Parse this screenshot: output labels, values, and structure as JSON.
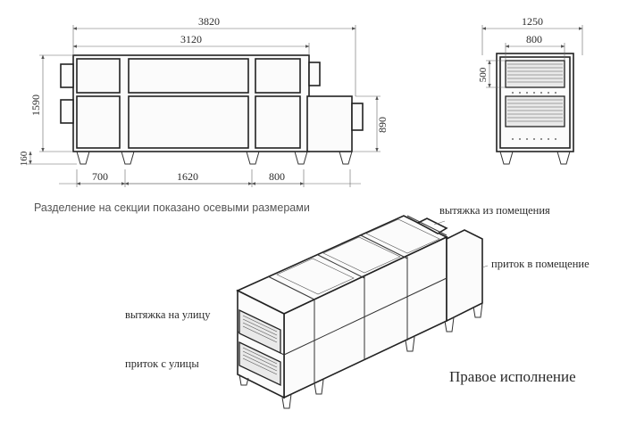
{
  "front_view": {
    "dim_total_length": "3820",
    "dim_main_length": "3120",
    "dim_height": "1590",
    "dim_leg": "160",
    "dim_section_1": "700",
    "dim_section_2": "1620",
    "dim_section_3": "800",
    "dim_extension_height": "890"
  },
  "side_view": {
    "dim_width": "1250",
    "dim_inner_width": "800",
    "dim_grill_height": "500"
  },
  "note": "Разделение на секции показано осевыми размерами",
  "iso_view": {
    "label_exhaust_from_room": "вытяжка из помещения",
    "label_supply_to_room": "приток в помещение",
    "label_exhaust_outside": "вытяжка на улицу",
    "label_supply_from_outside": "приток с улицы",
    "title": "Правое исполнение"
  }
}
